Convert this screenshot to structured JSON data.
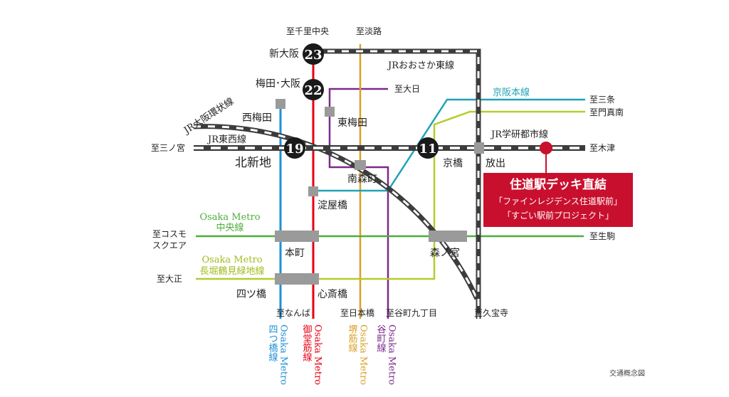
{
  "colors": {
    "jr": "#3c3c3c",
    "midosuji": "#e60012",
    "yotsubashi": "#1e90d6",
    "tanimachi": "#7b2a8c",
    "sakaisuji": "#d9a028",
    "chuo": "#4caf3c",
    "nagahori": "#b5cc2e",
    "keihan": "#1fa4b5",
    "station": "#9a9a9a",
    "highlight": "#c8102e",
    "text": "#222222"
  },
  "destinations": {
    "senri_chuo": "至千里中央",
    "awaji": "至淡路",
    "dainichi": "至大日",
    "sanjo": "至三条",
    "kadoma_minami": "至門真南",
    "sannomiya": "至三ノ宮",
    "kizu": "至木津",
    "cosmo_1": "至コスモ",
    "cosmo_2": "スクエア",
    "ikoma": "至生駒",
    "taisho": "至大正",
    "namba": "至なんば",
    "nipponbashi": "至日本橋",
    "tanimachi9": "至谷町九丁目",
    "kyuhoji": "至久宝寺"
  },
  "lines": {
    "jr_osaka_higashi": "JRおおさか東線",
    "jr_loop": "JR大阪環状線",
    "jr_tozai": "JR東西線",
    "keihan": "京阪本線",
    "gakkentoshi": "JR学研都市線",
    "chuo_1": "Osaka Metro",
    "chuo_2": "中央線",
    "nagahori_1": "Osaka Metro",
    "nagahori_2": "長堀鶴見緑地線"
  },
  "vertical_lines": {
    "yotsubashi_1": "Osaka Metro",
    "yotsubashi_2": "四つ橋線",
    "midosuji_1": "Osaka Metro",
    "midosuji_2": "御堂筋線",
    "sakaisuji_1": "Osaka Metro",
    "sakaisuji_2": "堺筋線",
    "tanimachi_1": "Osaka Metro",
    "tanimachi_2": "谷町線"
  },
  "stations": {
    "shin_osaka": "新大阪",
    "umeda_osaka": "梅田･大阪",
    "nishi_umeda": "西梅田",
    "higashi_umeda": "東梅田",
    "kitashinchi": "北新地",
    "minami_morimachi": "南森町",
    "kyobashi": "京橋",
    "hanaten": "放出",
    "yodoyabashi": "淀屋橋",
    "hommachi": "本町",
    "morinomiya": "森ノ宮",
    "yotsubashi": "四ツ橋",
    "shinsaibashi": "心斎橋"
  },
  "travel_times": {
    "shin_osaka": "23",
    "umeda_osaka": "22",
    "kitashinchi": "19",
    "kyobashi": "11"
  },
  "highlight_box": {
    "line1": "住道駅デッキ直結",
    "line2": "「ファインレジデンス住道駅前」",
    "line3": "「すごい駅前プロジェクト」"
  },
  "note": "交通概念図"
}
